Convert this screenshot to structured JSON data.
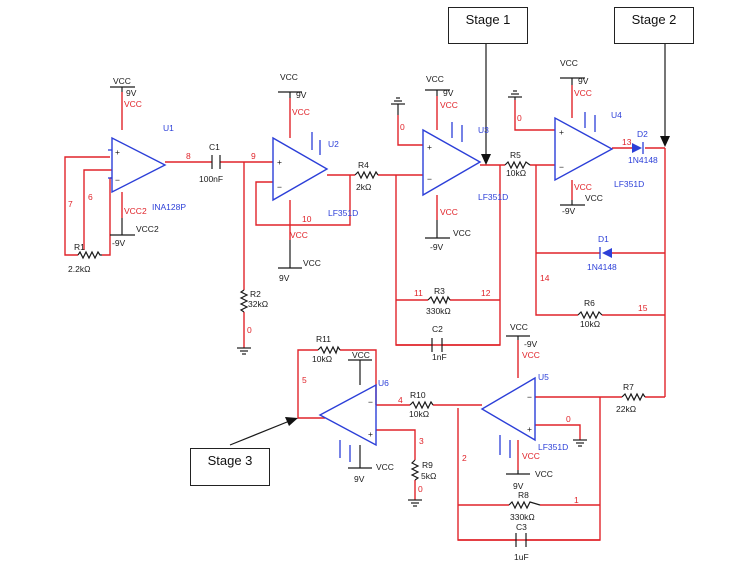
{
  "callouts": {
    "stage1": "Stage 1",
    "stage2": "Stage 2",
    "stage3": "Stage 3"
  },
  "components": {
    "u1": {
      "ref": "U1",
      "model": "INA128P",
      "supply_pos": "VCC",
      "supply_pos_v": "9V",
      "supply_net": "VCC",
      "neg_net": "VCC2",
      "neg_v": "-9V",
      "neg_label": "VCC2"
    },
    "c1": {
      "ref": "C1",
      "value": "100nF"
    },
    "u2": {
      "ref": "U2",
      "model": "LF351D",
      "supply_pos": "VCC",
      "supply_pos_v": "9V",
      "supply_net": "VCC",
      "neg_net": "VCC",
      "neg_v": "9V",
      "neg_label": "VCC"
    },
    "r4": {
      "ref": "R4",
      "value": "2kΩ"
    },
    "r2": {
      "ref": "R2",
      "value": "32kΩ"
    },
    "u3": {
      "ref": "U3",
      "model": "LF351D",
      "supply_pos": "VCC",
      "supply_pos_v": "9V",
      "supply_net": "VCC",
      "neg_net": "VCC",
      "neg_v": "-9V",
      "neg_label": "VCC"
    },
    "r5": {
      "ref": "R5",
      "value": "10kΩ"
    },
    "r3": {
      "ref": "R3",
      "value": "330kΩ"
    },
    "c2": {
      "ref": "C2",
      "value": "1nF"
    },
    "u4": {
      "ref": "U4",
      "model": "LF351D",
      "supply_pos": "VCC",
      "supply_pos_v": "9V",
      "supply_net": "VCC",
      "neg_net": "VCC",
      "neg_v": "-9V",
      "neg_label": "VCC"
    },
    "d2": {
      "ref": "D2",
      "model": "1N4148"
    },
    "d1": {
      "ref": "D1",
      "model": "1N4148"
    },
    "r6": {
      "ref": "R6",
      "value": "10kΩ"
    },
    "r1": {
      "ref": "R1",
      "value": "2.2kΩ"
    },
    "r11": {
      "ref": "R11",
      "value": "10kΩ"
    },
    "u6": {
      "ref": "U6",
      "supply_net": "VCC",
      "neg_label": "VCC",
      "neg_v": "9V"
    },
    "r10": {
      "ref": "R10",
      "value": "10kΩ"
    },
    "r9": {
      "ref": "R9",
      "value": "5kΩ"
    },
    "u5": {
      "ref": "U5",
      "model": "LF351D",
      "supply_pos": "VCC",
      "supply_pos_v": "-9V",
      "supply_net": "VCC",
      "neg_net": "VCC",
      "neg_v": "9V",
      "neg_label": "VCC"
    },
    "r7": {
      "ref": "R7",
      "value": "22kΩ"
    },
    "r8": {
      "ref": "R8",
      "value": "330kΩ"
    },
    "c3": {
      "ref": "C3",
      "value": "1uF"
    }
  },
  "nets": {
    "n0a": "0",
    "n0b": "0",
    "n0c": "0",
    "n0d": "0",
    "n0e": "0",
    "n1": "1",
    "n2": "2",
    "n3": "3",
    "n4": "4",
    "n5": "5",
    "n6": "6",
    "n7": "7",
    "n8": "8",
    "n9": "9",
    "n10": "10",
    "n11": "11",
    "n12": "12",
    "n13": "13",
    "n14": "14",
    "n15": "15"
  }
}
